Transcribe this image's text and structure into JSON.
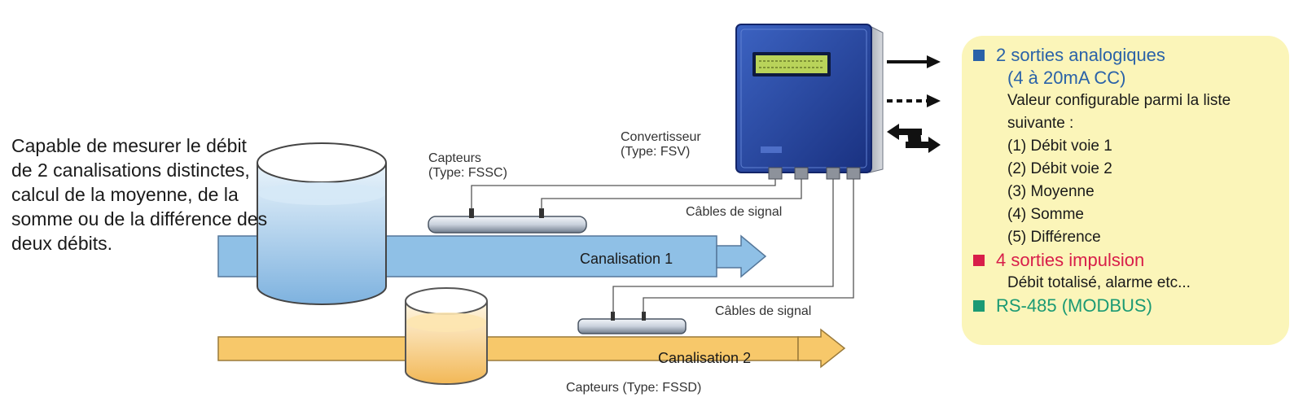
{
  "intro_text": "Capable de mesurer le débit de 2 canalisations distinctes, calcul de la moyenne, de la somme ou de la différence des deux débits.",
  "labels": {
    "sensors_1": "Capteurs\n(Type: FSSC)",
    "converter": "Convertisseur\n(Type: FSV)",
    "cables_1": "Câbles de signal",
    "cables_2": "Câbles de signal",
    "pipe_1": "Canalisation 1",
    "pipe_2": "Canalisation 2",
    "sensors_2": "Capteurs (Type: FSSD)"
  },
  "outputs": {
    "analog": {
      "title": "2 sorties analogiques",
      "subtitle": "(4 à 20mA CC)",
      "description": "Valeur configurable parmi la liste suivante :",
      "options": [
        "(1) Débit voie 1",
        "(2) Débit voie 2",
        "(3) Moyenne",
        "(4) Somme",
        "(5) Différence"
      ],
      "color": "#2a62a8"
    },
    "pulse": {
      "title": "4 sorties impulsion",
      "description": "Débit totalisé, alarme etc...",
      "color": "#d81e4a"
    },
    "serial": {
      "title": "RS-485 (MODBUS)",
      "color": "#1b9a74"
    }
  },
  "colors": {
    "pipe_1_water": "#8fc0e6",
    "pipe_2_liquid": "#f7c86a",
    "converter_body": "#1f3f9e",
    "display": "#b9d35a",
    "panel_bg": "#fbf5b9"
  }
}
